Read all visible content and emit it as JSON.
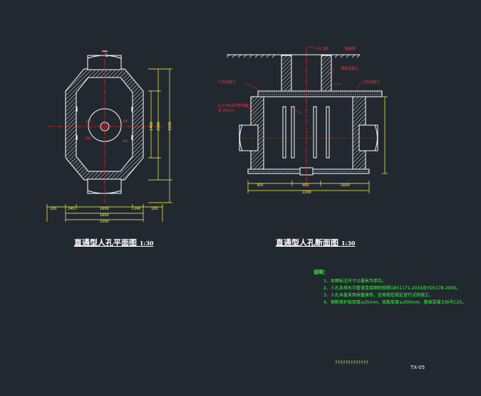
{
  "plan": {
    "title": "直通型人孔平面图",
    "scale": "1:30",
    "dims_bottom_row1": [
      "100",
      "240",
      "1600",
      "240",
      "100"
    ],
    "dims_bottom_row2": [
      "1600",
      "2200"
    ],
    "dims_right": [
      "1400",
      "2080",
      "1500"
    ],
    "section_mark": "1"
  },
  "section": {
    "title": "直通型人孔断面图",
    "scale": "1:30",
    "labels_top": [
      "人孔口圈",
      "路面层"
    ],
    "labels_left": [
      "C25混凝土",
      "1:2.5水泥砂浆抹面",
      "厚 20mm"
    ],
    "labels_right": [
      "钢筋混凝土",
      "C25混凝土"
    ],
    "dims_bottom": [
      "300",
      "400",
      "1600",
      "2200"
    ]
  },
  "notes": {
    "title": "说明：",
    "items": [
      "1、本图标注尺寸以毫米为单位。",
      "2、人孔及排水沟管道连接细则按照GB51171-2016及YD5178-2009。",
      "3、人孔井盖采用球墨铸铁，宜按规范规定进行试验施工。",
      "4、钢筋保护层厚度≥25mm，底板厚度≥200mm，基础混凝土标号C25。"
    ]
  },
  "stamp": "?????????????",
  "drawing_code": "TX-05"
}
